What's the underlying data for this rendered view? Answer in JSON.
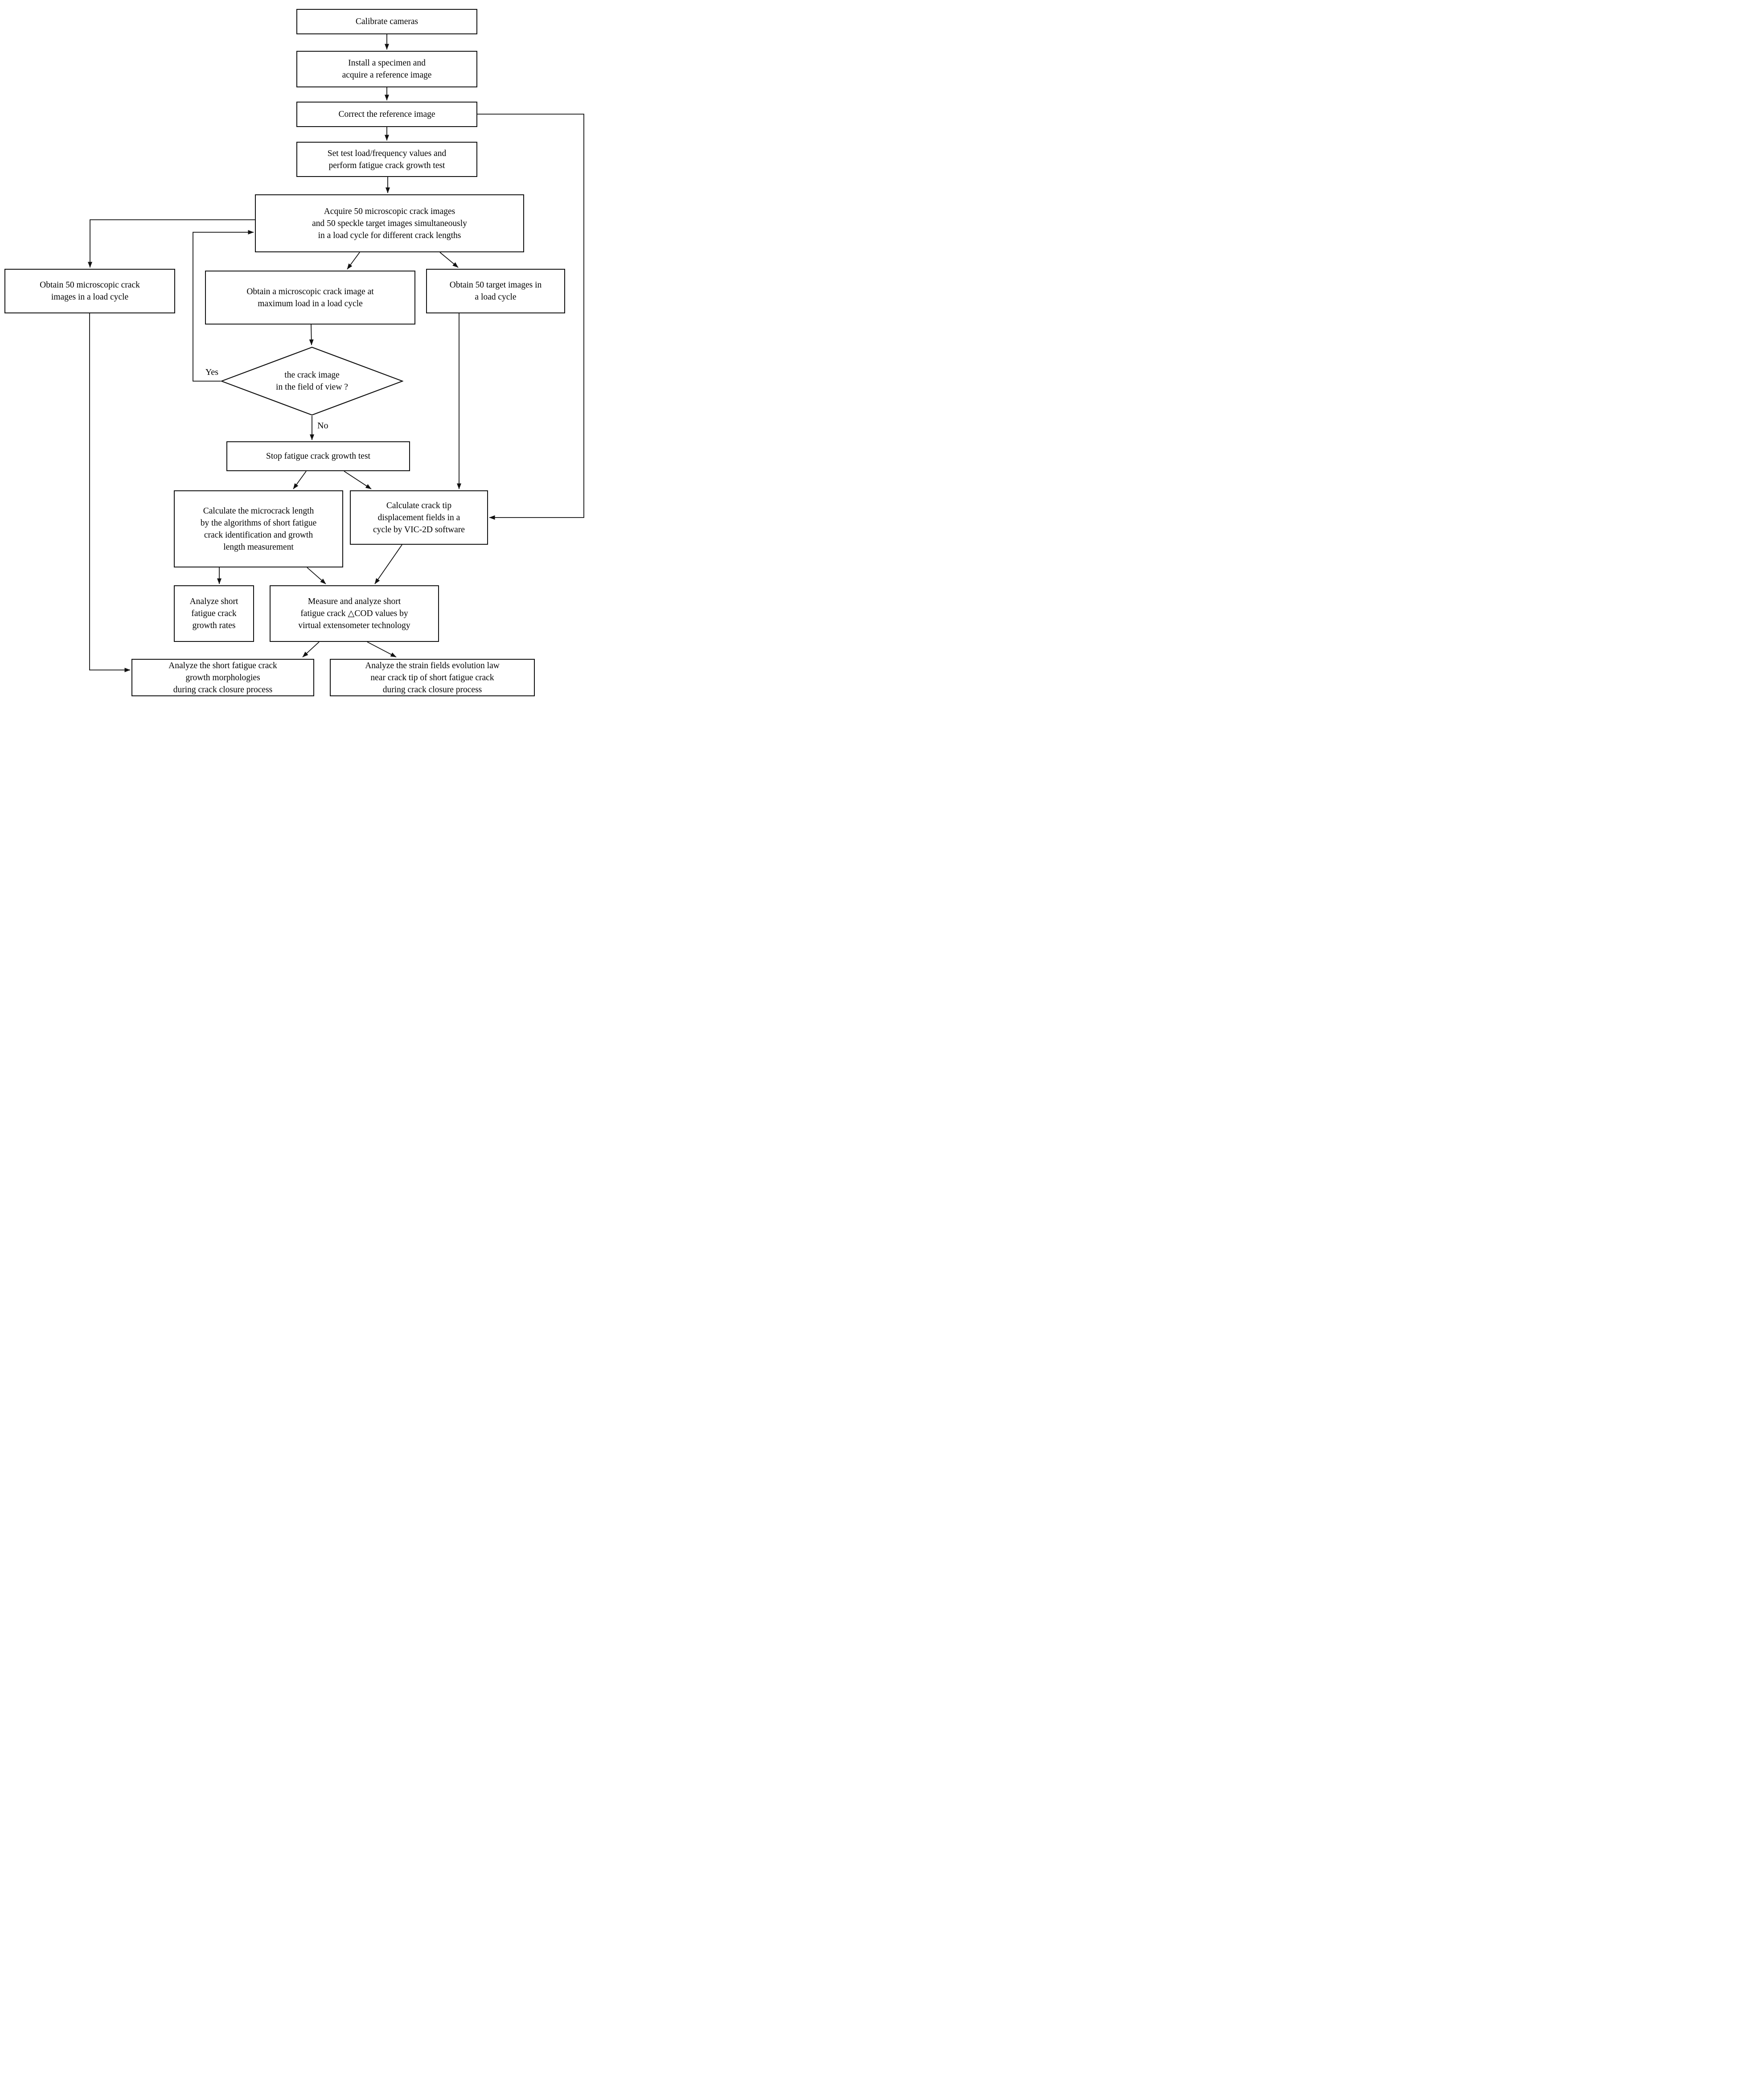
{
  "diagram": {
    "type": "flowchart",
    "colors": {
      "line": "#111111",
      "box_fill": "#ffffff",
      "text": "#000000"
    },
    "nodes": {
      "calibrate": {
        "type": "process",
        "label": "Calibrate cameras"
      },
      "install": {
        "type": "process",
        "label": "Install a specimen and\nacquire a reference image"
      },
      "correct": {
        "type": "process",
        "label": "Correct the reference image"
      },
      "settest": {
        "type": "process",
        "label": "Set test load/frequency values and\nperform fatigue crack growth test"
      },
      "acquire": {
        "type": "process",
        "label": "Acquire 50 microscopic crack images\nand 50 speckle target images simultaneously\nin a load cycle for different crack lengths"
      },
      "obtainmicro": {
        "type": "process",
        "label": "Obtain 50 microscopic crack\nimages in a load cycle"
      },
      "obtainmax": {
        "type": "process",
        "label": "Obtain  a microscopic crack image at\nmaximum load in a load cycle"
      },
      "obtaintarget": {
        "type": "process",
        "label": "Obtain 50 target images in\na load cycle"
      },
      "decision": {
        "type": "decision",
        "label": "the crack image\nin the field of view ?"
      },
      "stop": {
        "type": "process",
        "label": "Stop fatigue crack growth test"
      },
      "calcmicro": {
        "type": "process",
        "label": "Calculate the microcrack length\nby the algorithms of short fatigue\ncrack identification and growth\nlength measurement"
      },
      "calctip": {
        "type": "process",
        "label": "Calculate crack tip\ndisplacement fields in a\ncycle by VIC-2D software"
      },
      "rates": {
        "type": "process",
        "label": "Analyze  short\nfatigue crack\ngrowth rates"
      },
      "measurecod": {
        "type": "process",
        "label": "Measure and analyze short\nfatigue crack △COD values by\nvirtual extensometer technology"
      },
      "morph": {
        "type": "process",
        "label": "Analyze the short fatigue  crack\ngrowth morphologies\nduring crack closure process"
      },
      "strain": {
        "type": "process",
        "label": "Analyze the strain fields evolution law\nnear crack tip  of short fatigue crack\nduring crack closure process"
      }
    },
    "edges": [
      {
        "from": "calibrate",
        "to": "install"
      },
      {
        "from": "install",
        "to": "correct"
      },
      {
        "from": "correct",
        "to": "settest"
      },
      {
        "from": "settest",
        "to": "acquire"
      },
      {
        "from": "correct",
        "to": "calctip"
      },
      {
        "from": "acquire",
        "to": "obtainmicro"
      },
      {
        "from": "acquire",
        "to": "obtainmax"
      },
      {
        "from": "acquire",
        "to": "obtaintarget"
      },
      {
        "from": "obtainmax",
        "to": "decision"
      },
      {
        "from": "decision",
        "to": "acquire",
        "label": "Yes"
      },
      {
        "from": "decision",
        "to": "stop",
        "label": "No"
      },
      {
        "from": "stop",
        "to": "calcmicro"
      },
      {
        "from": "stop",
        "to": "calctip"
      },
      {
        "from": "obtaintarget",
        "to": "calctip"
      },
      {
        "from": "calcmicro",
        "to": "rates"
      },
      {
        "from": "calcmicro",
        "to": "measurecod"
      },
      {
        "from": "calctip",
        "to": "measurecod"
      },
      {
        "from": "measurecod",
        "to": "morph"
      },
      {
        "from": "measurecod",
        "to": "strain"
      },
      {
        "from": "obtainmicro",
        "to": "morph"
      }
    ]
  }
}
